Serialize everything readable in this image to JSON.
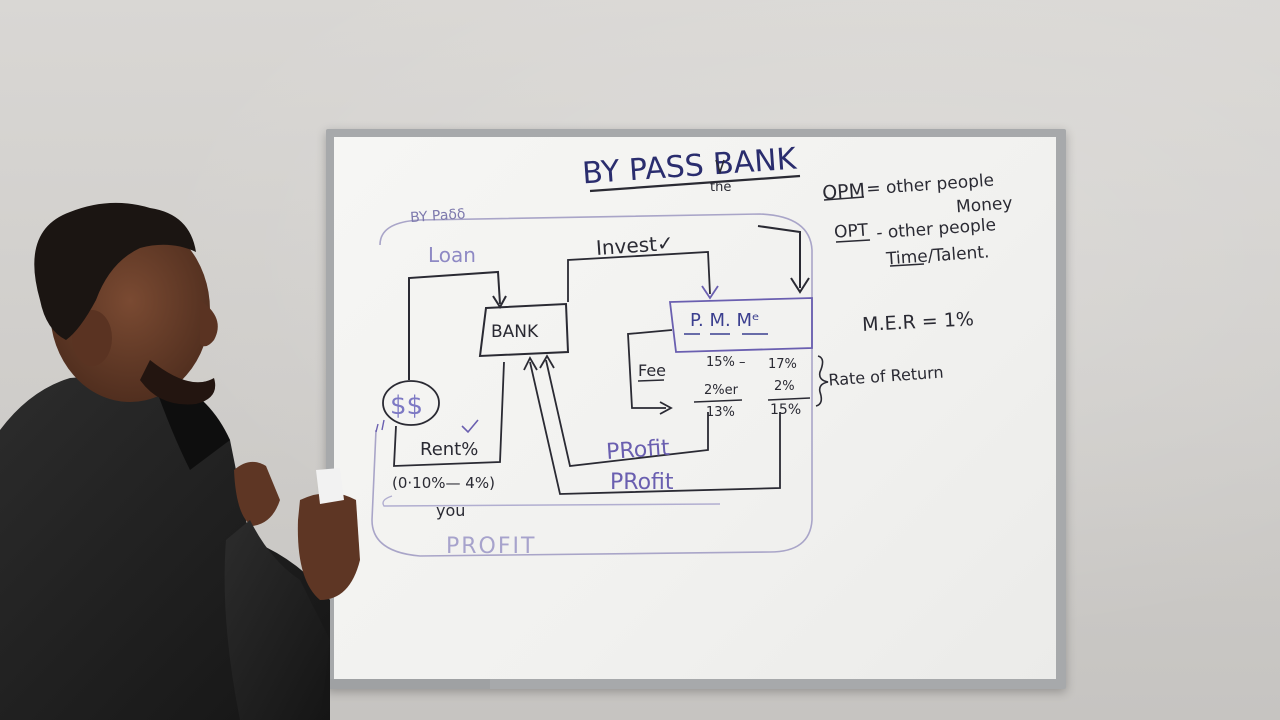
{
  "board": {
    "title": "BY PASS BANK",
    "title_insert": "the",
    "bypath_note": "BY Paδδ",
    "loan": "Loan",
    "invest": "Invest✓",
    "bank": "BANK",
    "pmm": "P. M. Mᵉ",
    "fee": "Fee",
    "dollar": "$$",
    "rent": "Rent%",
    "rent_range": "(0·10%— 4%)",
    "you": "you",
    "profit_outer": "PROFIT",
    "profit_1": "PRofit",
    "profit_2": "PRofit",
    "rates": {
      "r1": "15% –",
      "r2": "17%",
      "r3": "2%er",
      "r4": "2%",
      "r5": "13%",
      "r6": "15%"
    },
    "rate_return": "Rate of Return",
    "opm_term": "OPM",
    "opm_def_1": "= other people",
    "opm_def_2": "Money",
    "opt_term": "OPT",
    "opt_def_1": "- other people",
    "opt_def_2": "Time/Talent.",
    "mer": "M.E.R = 1%"
  },
  "colors": {
    "ink_dark": "#2a2a33",
    "ink_blue": "#3b3f8f",
    "ink_purple": "#6a5fb0",
    "ink_faint": "#9a96c2",
    "jacket": "#232323"
  }
}
